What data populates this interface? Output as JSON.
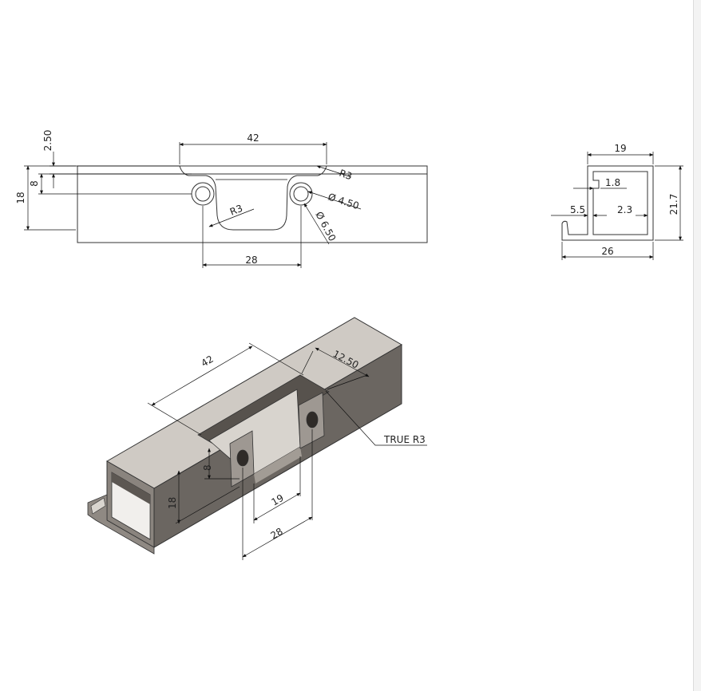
{
  "colors": {
    "line": "#111111",
    "face_top": "#cfcac4",
    "face_front": "#6b6661",
    "face_side": "#8a847e",
    "face_inner": "#d8d4ce"
  },
  "front_view": {
    "dim_42": "42",
    "dim_28": "28",
    "dim_18": "18",
    "dim_8": "8",
    "dim_2_50": "2.50",
    "radius_top": "R3",
    "radius_inner": "R3",
    "hole_inner": "Ø 4.50",
    "hole_outer": "Ø 6.50"
  },
  "section_view": {
    "dim_19": "19",
    "dim_1_8": "1.8",
    "dim_5_5": "5.5",
    "dim_2_3": "2.3",
    "dim_21_7": "21.7",
    "dim_26": "26"
  },
  "iso_view": {
    "dim_42": "42",
    "dim_12_50": "12.50",
    "callout": "TRUE R3",
    "dim_8": "8",
    "dim_18": "18",
    "dim_19": "19",
    "dim_28": "28"
  }
}
